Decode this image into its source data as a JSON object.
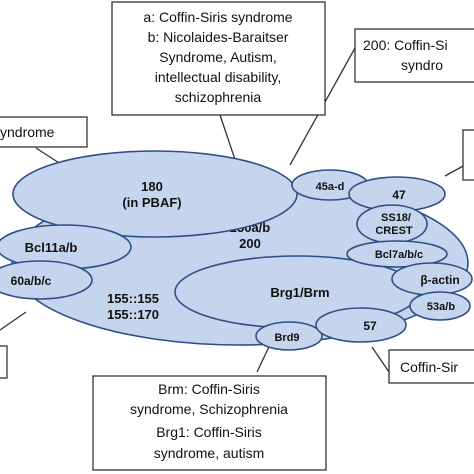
{
  "subunits": {
    "s180_l1": "180",
    "s180_l2": "(in PBAF)",
    "bcl11": "Bcl11a/b",
    "s250_l1": "250a/b",
    "s250_l2": "200",
    "s60": "60a/b/c",
    "s155_l1": "155::155",
    "s155_l2": "155::170",
    "brg1": "Brg1/Brm",
    "brd9": "Brd9",
    "s57": "57",
    "s45": "45a-d",
    "s47": "47",
    "ss18_l1": "SS18/",
    "ss18_l2": "CREST",
    "bcl7": "Bcl7a/b/c",
    "actin": "β-actin",
    "s53": "53a/b"
  },
  "callouts": {
    "top_l1": "a: Coffin-Siris syndrome",
    "top_l2": "b: Nicolaides-Baraitser",
    "top_l3": "Syndrome, Autism,",
    "top_l4": "intellectual disability,",
    "top_l5": "schizophrenia",
    "left": "yndrome",
    "tr_l1": "200: Coffin-Si",
    "tr_l2": "syndro",
    "br": "Coffin-Sir",
    "bottom_l1": "Brm: Coffin-Siris",
    "bottom_l2": "syndrome, Schizophrenia",
    "bottom_l3": "Brg1: Coffin-Siris",
    "bottom_l4": "syndrome, autism"
  },
  "colors": {
    "ellipse_fill": "#c5d5ee",
    "ellipse_stroke": "#2f4f86"
  }
}
